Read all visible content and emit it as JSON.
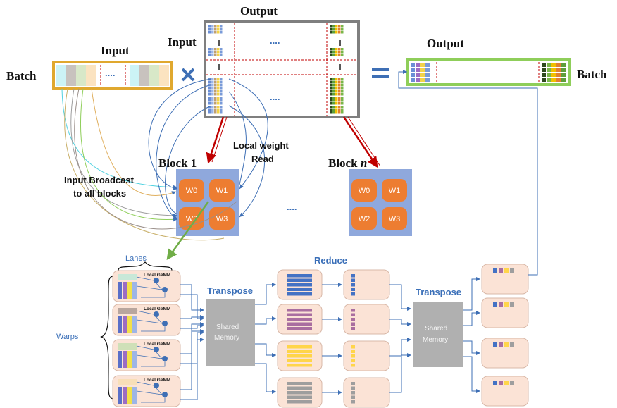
{
  "labels": {
    "output_top": "Output",
    "input_left": "Input",
    "input_mid": "Input",
    "batch_left": "Batch",
    "batch_right": "Batch",
    "output_right": "Output",
    "dots": "....",
    "block1_prefix": "Block 1",
    "blockn_prefix": "Block ",
    "blockn_suffix": "n",
    "local_weight_line1": "Local weight",
    "local_weight_line2": "Read",
    "input_broadcast_line1": "Input Broadcast",
    "input_broadcast_line2": "to all blocks",
    "mid_dots": "....",
    "lanes": "Lanes",
    "warps": "Warps",
    "reduce": "Reduce",
    "transpose1": "Transpose",
    "transpose2": "Transpose",
    "shared_memory_line1": "Shared",
    "shared_memory_line2": "Memory",
    "local_gemm": "Local GeMM"
  },
  "warps": [
    "W0",
    "W1",
    "W2",
    "W3"
  ],
  "colors": {
    "input_border": "#e0a82e",
    "output_border": "#8fce5a",
    "block_bg": "#8fa8dc",
    "warp_fill": "#ed7d31",
    "panel_fill": "#fbe3d6",
    "shared_mem": "#b0b0b0",
    "arrow_blue": "#3e6fb5",
    "arrow_red": "#c00000",
    "arrow_green": "#70ad47",
    "reduce_row_colors": [
      "#4472c4",
      "#a96ea0",
      "#ffd54a",
      "#9e9e9e"
    ]
  }
}
